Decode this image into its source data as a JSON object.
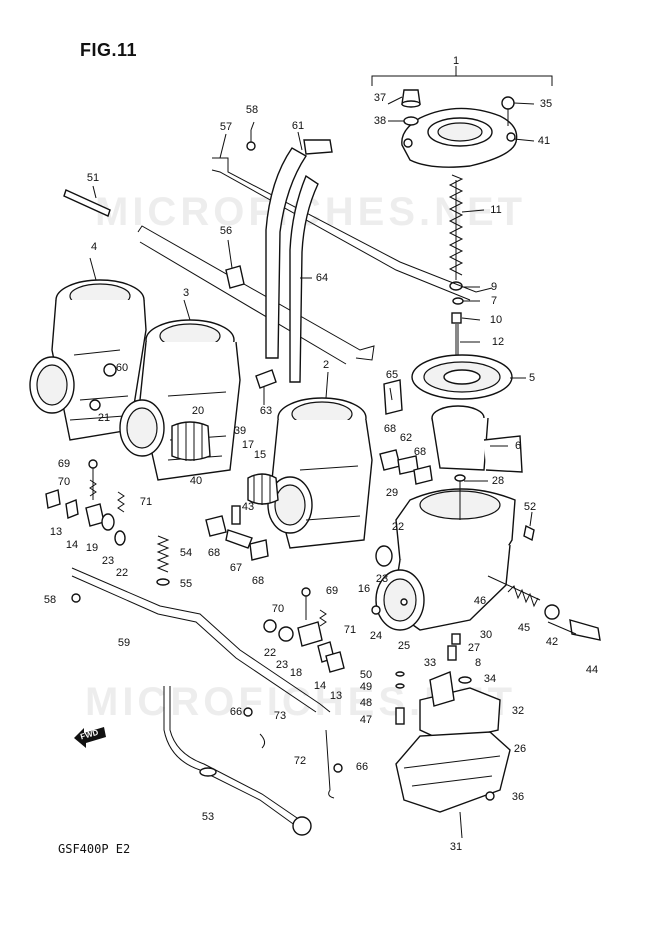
{
  "figure": {
    "title": "FIG.11",
    "model_code": "GSF400P  E2",
    "watermark": "MICROFICHES.NET",
    "fwd_label": "FWD"
  },
  "callouts": [
    {
      "id": "1",
      "text": "1"
    },
    {
      "id": "2",
      "text": "2"
    },
    {
      "id": "3",
      "text": "3"
    },
    {
      "id": "4",
      "text": "4"
    },
    {
      "id": "5",
      "text": "5"
    },
    {
      "id": "6",
      "text": "6"
    },
    {
      "id": "7",
      "text": "7"
    },
    {
      "id": "8",
      "text": "8"
    },
    {
      "id": "9",
      "text": "9"
    },
    {
      "id": "10",
      "text": "10"
    },
    {
      "id": "11",
      "text": "11"
    },
    {
      "id": "12",
      "text": "12"
    },
    {
      "id": "13a",
      "text": "13"
    },
    {
      "id": "13b",
      "text": "13"
    },
    {
      "id": "14a",
      "text": "14"
    },
    {
      "id": "14b",
      "text": "14"
    },
    {
      "id": "15",
      "text": "15"
    },
    {
      "id": "16",
      "text": "16"
    },
    {
      "id": "17",
      "text": "17"
    },
    {
      "id": "18",
      "text": "18"
    },
    {
      "id": "19",
      "text": "19"
    },
    {
      "id": "20",
      "text": "20"
    },
    {
      "id": "21",
      "text": "21"
    },
    {
      "id": "22a",
      "text": "22"
    },
    {
      "id": "22b",
      "text": "22"
    },
    {
      "id": "22c",
      "text": "22"
    },
    {
      "id": "23a",
      "text": "23"
    },
    {
      "id": "23b",
      "text": "23"
    },
    {
      "id": "23c",
      "text": "23"
    },
    {
      "id": "24",
      "text": "24"
    },
    {
      "id": "25",
      "text": "25"
    },
    {
      "id": "26",
      "text": "26"
    },
    {
      "id": "27",
      "text": "27"
    },
    {
      "id": "28",
      "text": "28"
    },
    {
      "id": "29",
      "text": "29"
    },
    {
      "id": "30",
      "text": "30"
    },
    {
      "id": "31",
      "text": "31"
    },
    {
      "id": "32",
      "text": "32"
    },
    {
      "id": "33",
      "text": "33"
    },
    {
      "id": "34",
      "text": "34"
    },
    {
      "id": "35",
      "text": "35"
    },
    {
      "id": "36",
      "text": "36"
    },
    {
      "id": "37",
      "text": "37"
    },
    {
      "id": "38",
      "text": "38"
    },
    {
      "id": "39",
      "text": "39"
    },
    {
      "id": "40",
      "text": "40"
    },
    {
      "id": "41",
      "text": "41"
    },
    {
      "id": "42",
      "text": "42"
    },
    {
      "id": "43",
      "text": "43"
    },
    {
      "id": "44",
      "text": "44"
    },
    {
      "id": "45",
      "text": "45"
    },
    {
      "id": "46",
      "text": "46"
    },
    {
      "id": "47",
      "text": "47"
    },
    {
      "id": "48",
      "text": "48"
    },
    {
      "id": "49",
      "text": "49"
    },
    {
      "id": "50",
      "text": "50"
    },
    {
      "id": "51",
      "text": "51"
    },
    {
      "id": "52",
      "text": "52"
    },
    {
      "id": "53",
      "text": "53"
    },
    {
      "id": "54",
      "text": "54"
    },
    {
      "id": "55",
      "text": "55"
    },
    {
      "id": "56",
      "text": "56"
    },
    {
      "id": "57",
      "text": "57"
    },
    {
      "id": "58a",
      "text": "58"
    },
    {
      "id": "58b",
      "text": "58"
    },
    {
      "id": "59",
      "text": "59"
    },
    {
      "id": "60",
      "text": "60"
    },
    {
      "id": "61",
      "text": "61"
    },
    {
      "id": "62",
      "text": "62"
    },
    {
      "id": "63",
      "text": "63"
    },
    {
      "id": "64",
      "text": "64"
    },
    {
      "id": "65",
      "text": "65"
    },
    {
      "id": "66a",
      "text": "66"
    },
    {
      "id": "66b",
      "text": "66"
    },
    {
      "id": "67",
      "text": "67"
    },
    {
      "id": "68a",
      "text": "68"
    },
    {
      "id": "68b",
      "text": "68"
    },
    {
      "id": "68c",
      "text": "68"
    },
    {
      "id": "68d",
      "text": "68"
    },
    {
      "id": "69a",
      "text": "69"
    },
    {
      "id": "69b",
      "text": "69"
    },
    {
      "id": "70a",
      "text": "70"
    },
    {
      "id": "70b",
      "text": "70"
    },
    {
      "id": "71a",
      "text": "71"
    },
    {
      "id": "71b",
      "text": "71"
    },
    {
      "id": "72",
      "text": "72"
    },
    {
      "id": "73",
      "text": "73"
    }
  ]
}
